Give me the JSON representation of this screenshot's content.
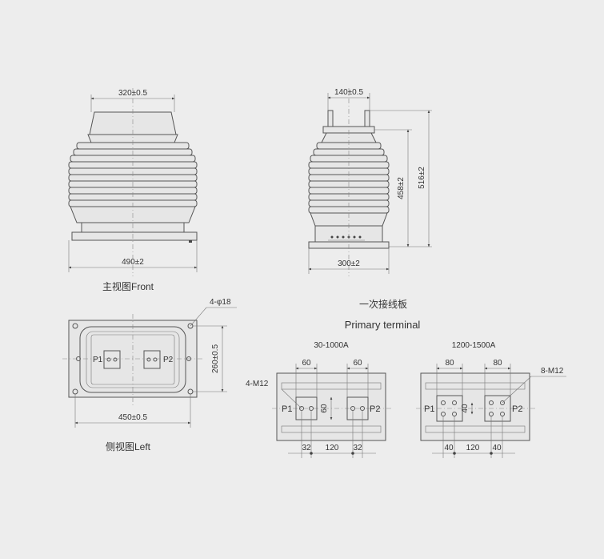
{
  "front": {
    "dim_top": "320±0.5",
    "dim_base": "490±2",
    "caption": "主视图Front"
  },
  "side_elev": {
    "dim_top": "140±0.5",
    "dim_458": "458±2",
    "dim_516": "516±2",
    "dim_base": "300±2"
  },
  "left": {
    "holes": "4-φ18",
    "dim_h": "260±0.5",
    "dim_w": "450±0.5",
    "p1": "P1",
    "p2": "P2",
    "caption": "侧视图Left"
  },
  "terminal": {
    "title_cn": "一次接线板",
    "title_en": "Primary terminal",
    "a": {
      "rating": "30-1000A",
      "bolts": "4-M12",
      "d60a": "60",
      "d60b": "60",
      "d60c": "60",
      "d32a": "32",
      "d120": "120",
      "d32b": "32",
      "p1": "P1",
      "p2": "P2"
    },
    "b": {
      "rating": "1200-1500A",
      "bolts": "8-M12",
      "d80a": "80",
      "d80b": "80",
      "d40m": "40",
      "d40a": "40",
      "d120": "120",
      "d40b": "40",
      "p1": "P1",
      "p2": "P2"
    }
  }
}
